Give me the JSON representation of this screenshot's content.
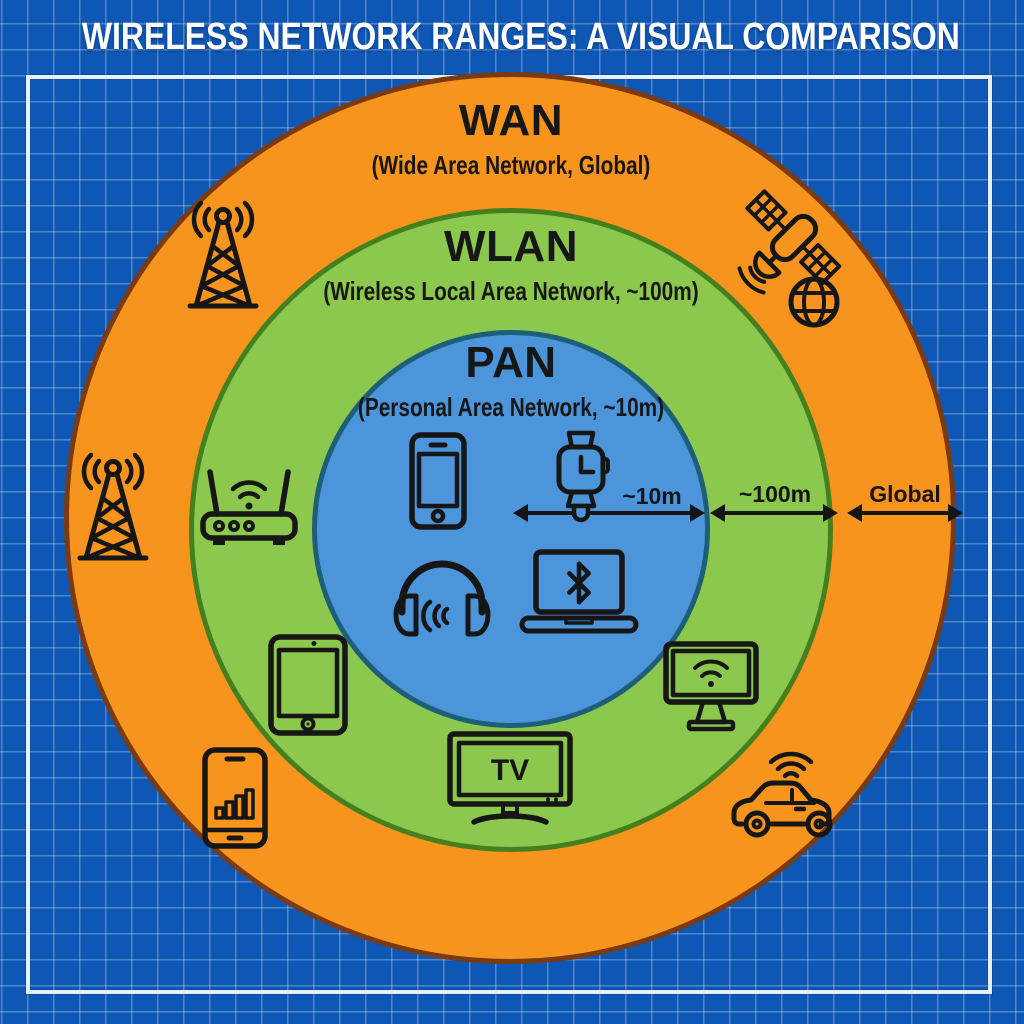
{
  "title": "WIRELESS NETWORK RANGES: A VISUAL COMPARISON",
  "rings": {
    "wan": {
      "name": "WAN",
      "subtitle": "(Wide Area Network, Global)"
    },
    "wlan": {
      "name": "WLAN",
      "subtitle": "(Wireless Local Area Network, ~100m)"
    },
    "pan": {
      "name": "PAN",
      "subtitle": "(Personal Area Network, ~10m)"
    }
  },
  "range_arrows": {
    "pan": "~10m",
    "wlan": "~100m",
    "wan": "Global"
  },
  "icons": {
    "pan": [
      "smartphone-icon",
      "smartwatch-icon",
      "headphones-icon",
      "laptop-bluetooth-icon"
    ],
    "wlan": [
      "wifi-router-icon",
      "tablet-icon",
      "smart-tv-icon",
      "monitor-wifi-icon"
    ],
    "wan": [
      "cell-tower-icon",
      "satellite-globe-icon",
      "cell-tower-2-icon",
      "phone-signal-icon",
      "connected-car-icon"
    ],
    "tv_screen_label": "TV"
  },
  "colors": {
    "background": "#0F57B4",
    "grid_line": "rgba(255,255,255,0.27)",
    "frame_border": "#E7F0F9",
    "title_text": "#FFFFFF",
    "wan_fill": "#F7941E",
    "wan_stroke": "#7A3A12",
    "wlan_fill": "#8CC74E",
    "wlan_stroke": "#44801E",
    "pan_fill": "#4D95DB",
    "pan_stroke": "#1E5F78",
    "icon_ink": "#161616",
    "label_text": "#171717"
  }
}
